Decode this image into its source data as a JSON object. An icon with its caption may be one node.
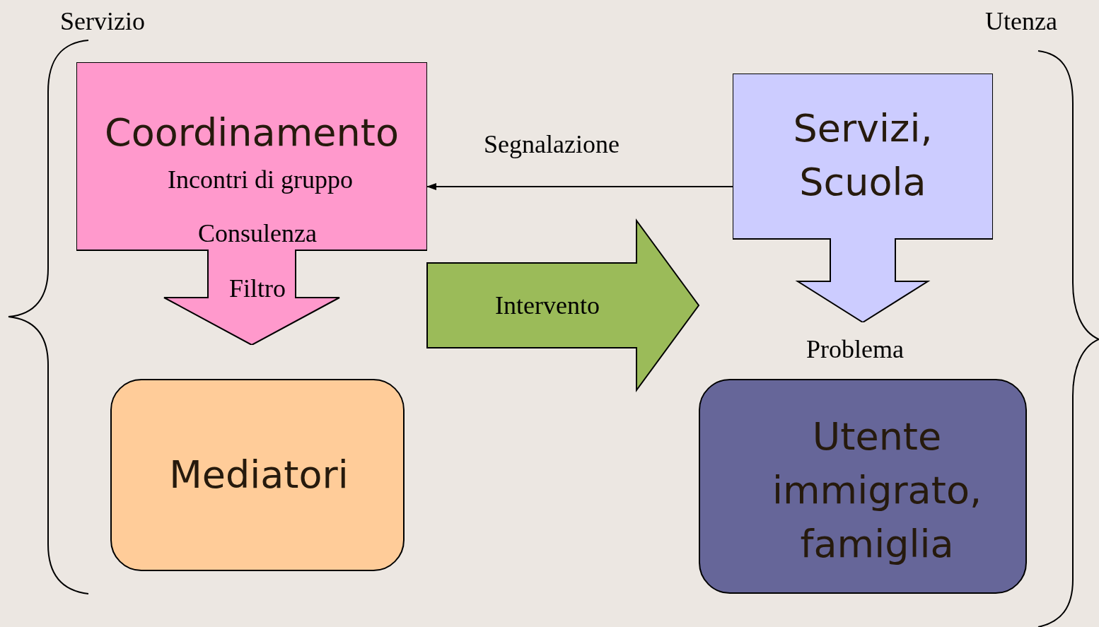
{
  "diagram": {
    "nodes": [
      {
        "text": [
          "Coordinamento",
          "Incontri di gruppo",
          "Consulenza",
          "Filtro"
        ]
      },
      {
        "text": [
          "Mediatori"
        ]
      },
      {
        "text": [
          "Servizi, Scuola"
        ]
      },
      {
        "text": [
          "Utente immigrato, famiglia"
        ]
      }
    ],
    "edges": [
      {
        "from": 2,
        "to": 0,
        "arrow": "to",
        "label": "Segnalazione"
      },
      {
        "from": 0,
        "to": 3,
        "arrow": "to",
        "label": "Intervento",
        "style": "thick",
        "color": "#9bbb59"
      }
    ],
    "labels": [
      "Servizio",
      "Utenza",
      "Problema"
    ]
  }
}
